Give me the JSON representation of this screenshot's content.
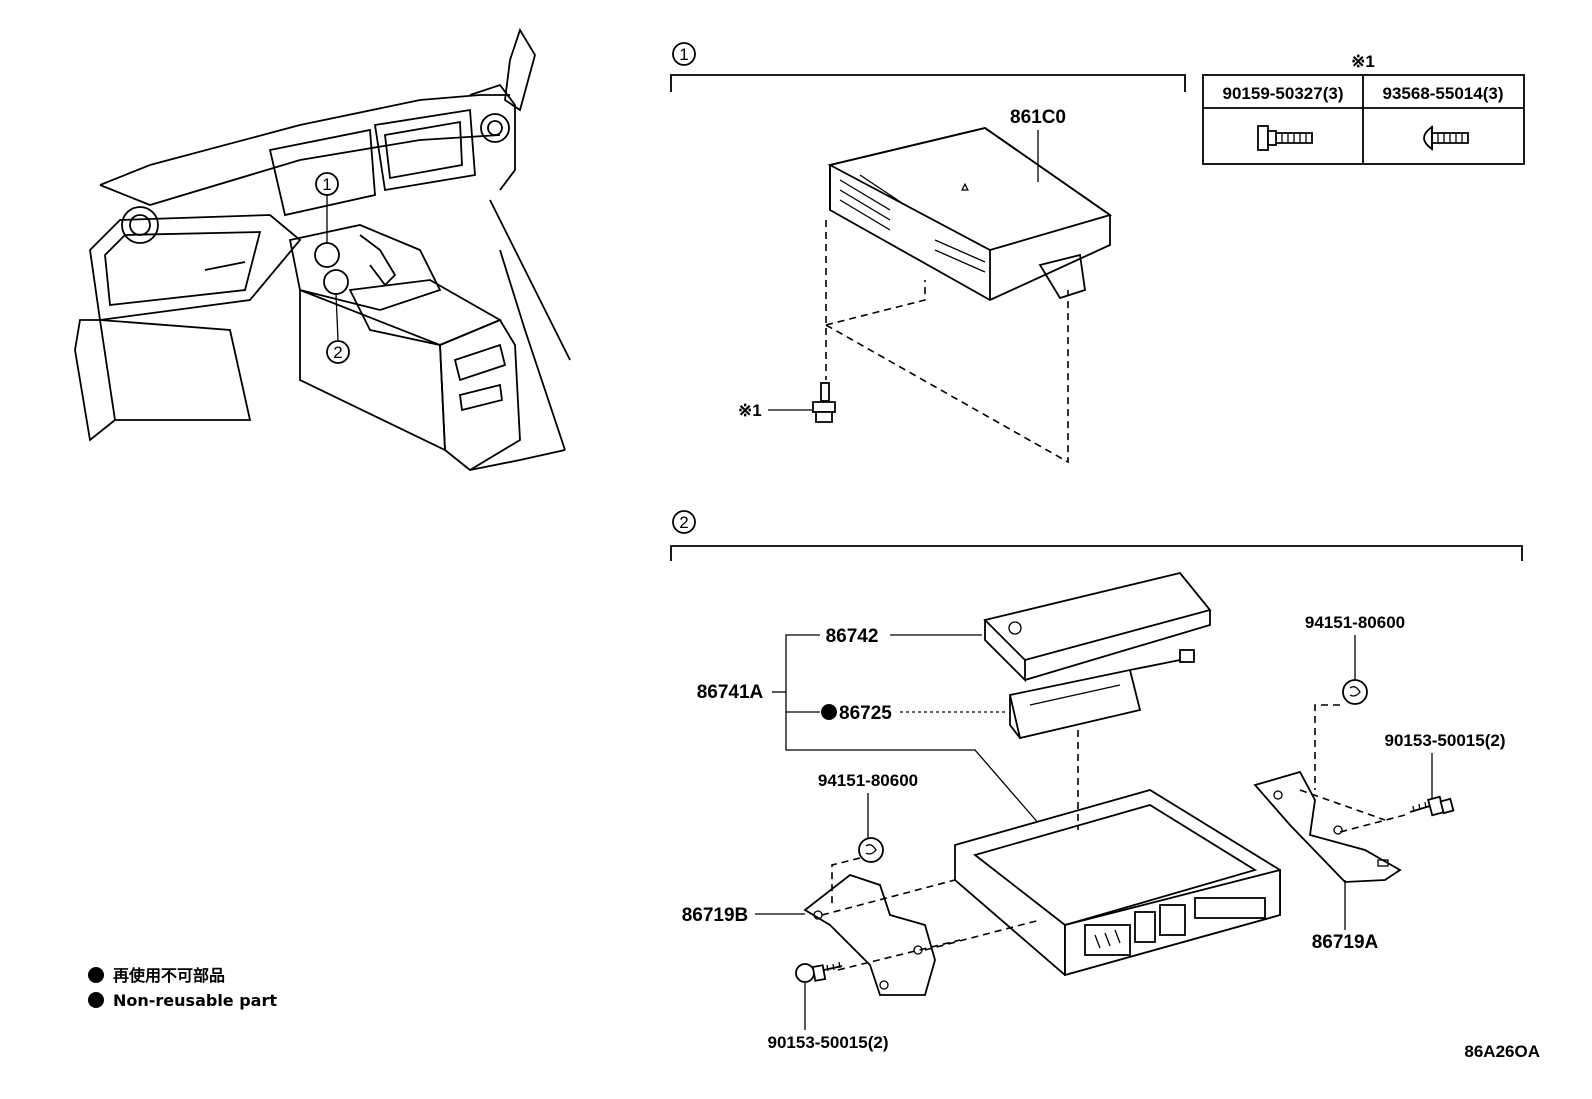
{
  "sections": {
    "one": {
      "marker": "1"
    },
    "two": {
      "marker": "2"
    }
  },
  "overview": {
    "marker_one": "1",
    "marker_two": "2"
  },
  "note_mark": "※1",
  "fastener_table": {
    "header_mark": "※1",
    "columns": [
      {
        "part_no": "90159-50327(3)",
        "icon": "flange-bolt-icon"
      },
      {
        "part_no": "93568-55014(3)",
        "icon": "round-head-screw-icon"
      }
    ]
  },
  "parts": {
    "p861C0": "861C0",
    "p86742": "86742",
    "p86741A": "86741A",
    "p86725": "86725",
    "p94151_right": "94151-80600",
    "p94151_left": "94151-80600",
    "p90153_right": "90153-50015(2)",
    "p90153_bottom": "90153-50015(2)",
    "p86719B": "86719B",
    "p86719A": "86719A",
    "bolt_note": "※1"
  },
  "legend": {
    "line_jp": "再使用不可部品",
    "line_en": "Non-reusable part"
  },
  "figure_id": "86A26OA"
}
